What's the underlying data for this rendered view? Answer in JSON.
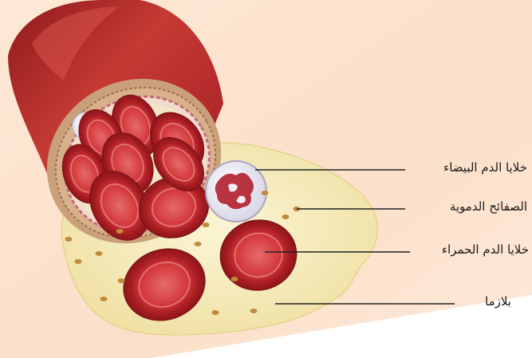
{
  "labels": {
    "white_cells": "خلايا الدم البيضاء",
    "platelets": "الصفائح الدموية",
    "red_cells": "خلايا الدم الحمراء",
    "plasma": "بلازما"
  },
  "colors": {
    "background_warm": "#fbe3cf",
    "vessel_wall": "#b3262a",
    "vessel_dark": "#7c1416",
    "plasma": "#f6eec0",
    "red_cell": "#c62a2e",
    "red_cell_center": "#e35a5b",
    "white_cell": "#f2f0f6",
    "white_nucleus": "#b01f2e",
    "platelet": "#c08a3a"
  }
}
